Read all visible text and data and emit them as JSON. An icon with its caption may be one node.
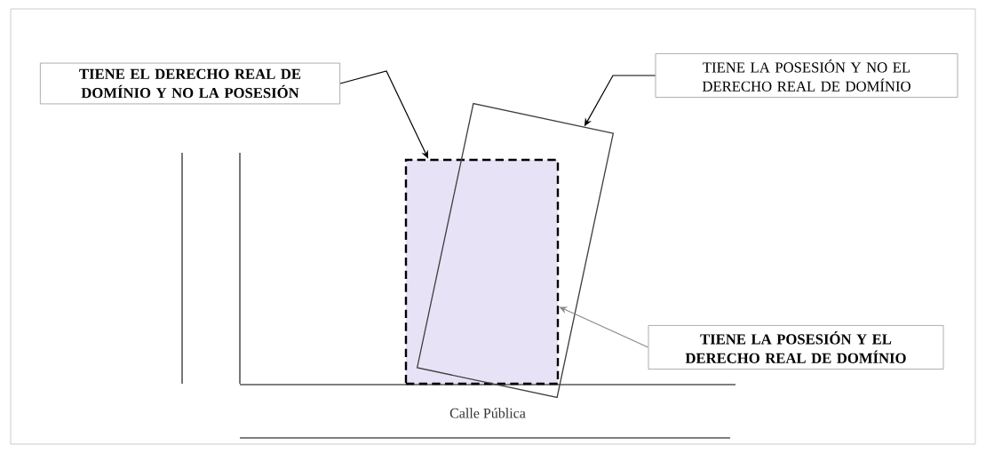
{
  "diagram": {
    "nodes": [
      {
        "text": [
          "TIENE EL DERECHO REAL DE DOMÍNIO Y NO LA POSESIÓN"
        ]
      },
      {
        "text": [
          "TIENE LA POSESIÓN Y NO EL DERECHO REAL DE DOMÍNIO"
        ]
      },
      {
        "text": [
          "TIENE LA POSESIÓN Y EL DERECHO REAL DE DOMÍNIO"
        ]
      },
      {
        "text": [],
        "shape": "box"
      },
      {
        "text": [],
        "shape": "box"
      }
    ],
    "edges": [
      {
        "from": 0,
        "to": 3,
        "arrow": "to"
      },
      {
        "from": 1,
        "to": 4,
        "arrow": "to"
      },
      {
        "from": 2,
        "to": 3,
        "arrow": "to",
        "color": "#8a8a8a"
      }
    ],
    "labels": [
      "Calle Pública"
    ]
  }
}
